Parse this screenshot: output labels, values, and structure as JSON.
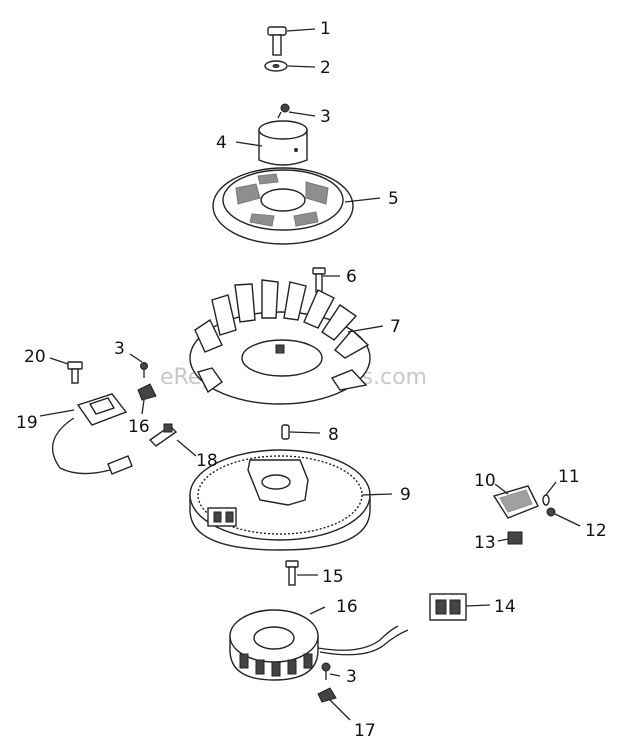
{
  "watermark": "eReplacementParts.com",
  "callouts": [
    "1",
    "2",
    "3",
    "4",
    "5",
    "6",
    "7",
    "3",
    "20",
    "19",
    "16",
    "18",
    "8",
    "9",
    "10",
    "11",
    "12",
    "13",
    "15",
    "16",
    "14",
    "3",
    "17"
  ]
}
